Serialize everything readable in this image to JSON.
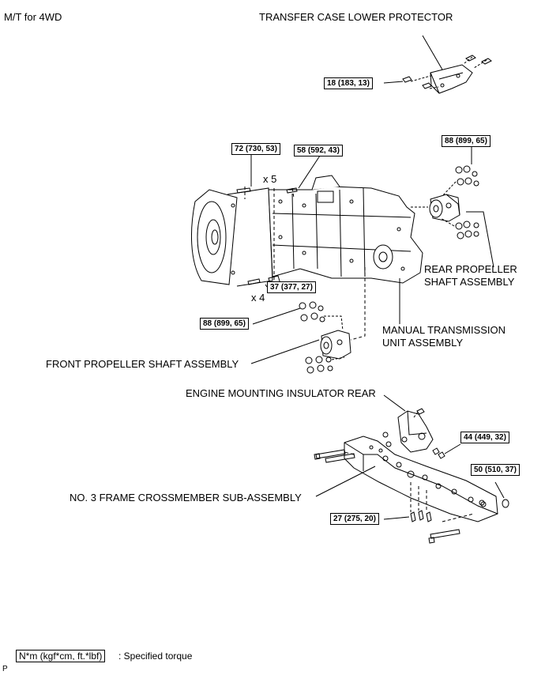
{
  "header": {
    "title": "M/T for 4WD"
  },
  "labels": {
    "transfer_case_lower_protector": "TRANSFER CASE LOWER PROTECTOR",
    "rear_propeller_line1": "REAR PROPELLER",
    "rear_propeller_line2": "SHAFT ASSEMBLY",
    "manual_transmission_line1": "MANUAL TRANSMISSION",
    "manual_transmission_line2": "UNIT ASSEMBLY",
    "front_propeller": "FRONT PROPELLER SHAFT ASSEMBLY",
    "engine_mounting_insulator": "ENGINE MOUNTING INSULATOR REAR",
    "frame_crossmember": "NO. 3 FRAME CROSSMEMBER SUB-ASSEMBLY"
  },
  "torques": {
    "protector_bolt": "18 (183, 13)",
    "bellhousing_bolt": "72 (730, 53)",
    "transfer_bolt": "58 (592, 43)",
    "rear_propeller_nut": "88 (899, 65)",
    "lower_bolt": "37 (377, 27)",
    "front_propeller_nut": "88 (899, 65)",
    "insulator_bolt": "44 (449, 32)",
    "crossmember_nut": "50 (510, 37)",
    "crossmember_bolt": "27 (275, 20)"
  },
  "quantities": {
    "x5": "x 5",
    "x4": "x 4"
  },
  "legend": {
    "unit": "N*m (kgf*cm, ft.*lbf)",
    "text": ": Specified torque"
  },
  "footer": {
    "code": "P"
  }
}
